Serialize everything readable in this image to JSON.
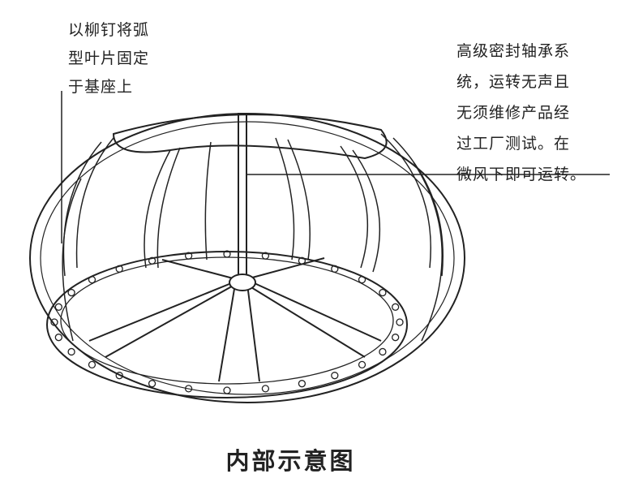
{
  "left_callout": {
    "lines": [
      "以柳钉将弧",
      "型叶片固定",
      "于基座上"
    ]
  },
  "right_callout": {
    "lines": [
      "高级密封轴承系",
      "统，运转无声且",
      "无须维修产品经",
      "过工厂测试。在",
      "微风下即可运转。"
    ]
  },
  "title": "内部示意图"
}
